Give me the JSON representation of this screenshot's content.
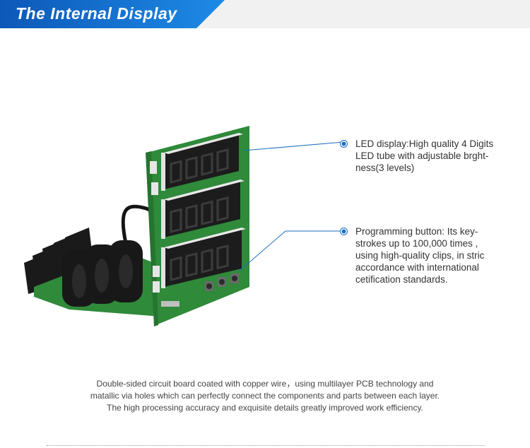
{
  "header": {
    "title": "The Internal Display",
    "banner_color": "#1478d4",
    "band_color": "#f1f1f1"
  },
  "callouts": [
    {
      "icon": "bullet-dot-icon",
      "lines": [
        "LED display:High quality 4 Digits",
        "LED tube with adjustable brght-",
        "ness(3 levels)"
      ]
    },
    {
      "icon": "bullet-dot-icon",
      "lines": [
        "Programming button:  Its key-",
        "strokes up to 100,000 times ,",
        "using high-quality clips, in stric",
        "accordance with international",
        "cetification standards."
      ]
    }
  ],
  "caption": {
    "lines": [
      "Double-sided circuit board coated with copper wire，using multilayer PCB technology and",
      "matallic via holes which can perfectly connect the components and parts between each layer.",
      "The high processing accuracy and exquisite details greatly improved work efficiency."
    ]
  },
  "colors": {
    "accent": "#1a6fc4",
    "pcb_green": "#2f8a3a",
    "display_dark": "#1c1c1c",
    "led_digit": "#3c3c3c"
  }
}
